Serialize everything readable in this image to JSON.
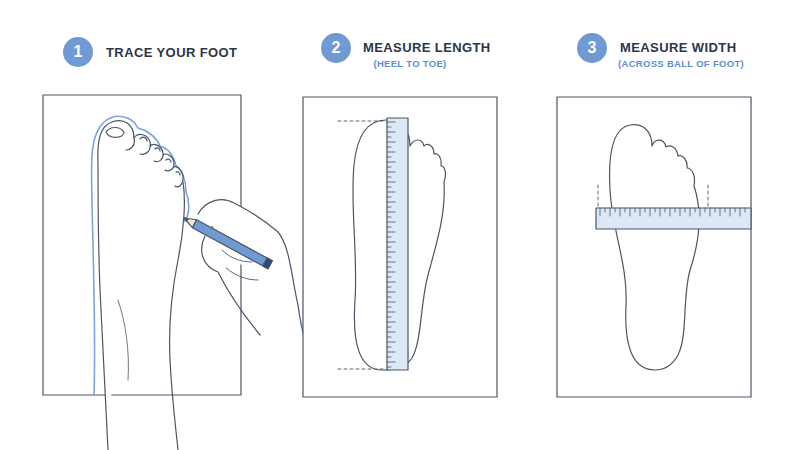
{
  "diagram": {
    "nodes": [
      {
        "text": [
          "1"
        ]
      },
      {
        "text": [
          "2"
        ]
      },
      {
        "text": [
          "3"
        ]
      }
    ],
    "labels": [
      "TRACE YOUR FOOT",
      "MEASURE LENGTH",
      "(HEEL TO TOE)",
      "MEASURE WIDTH",
      "(ACROSS BALL OF FOOT)"
    ]
  }
}
